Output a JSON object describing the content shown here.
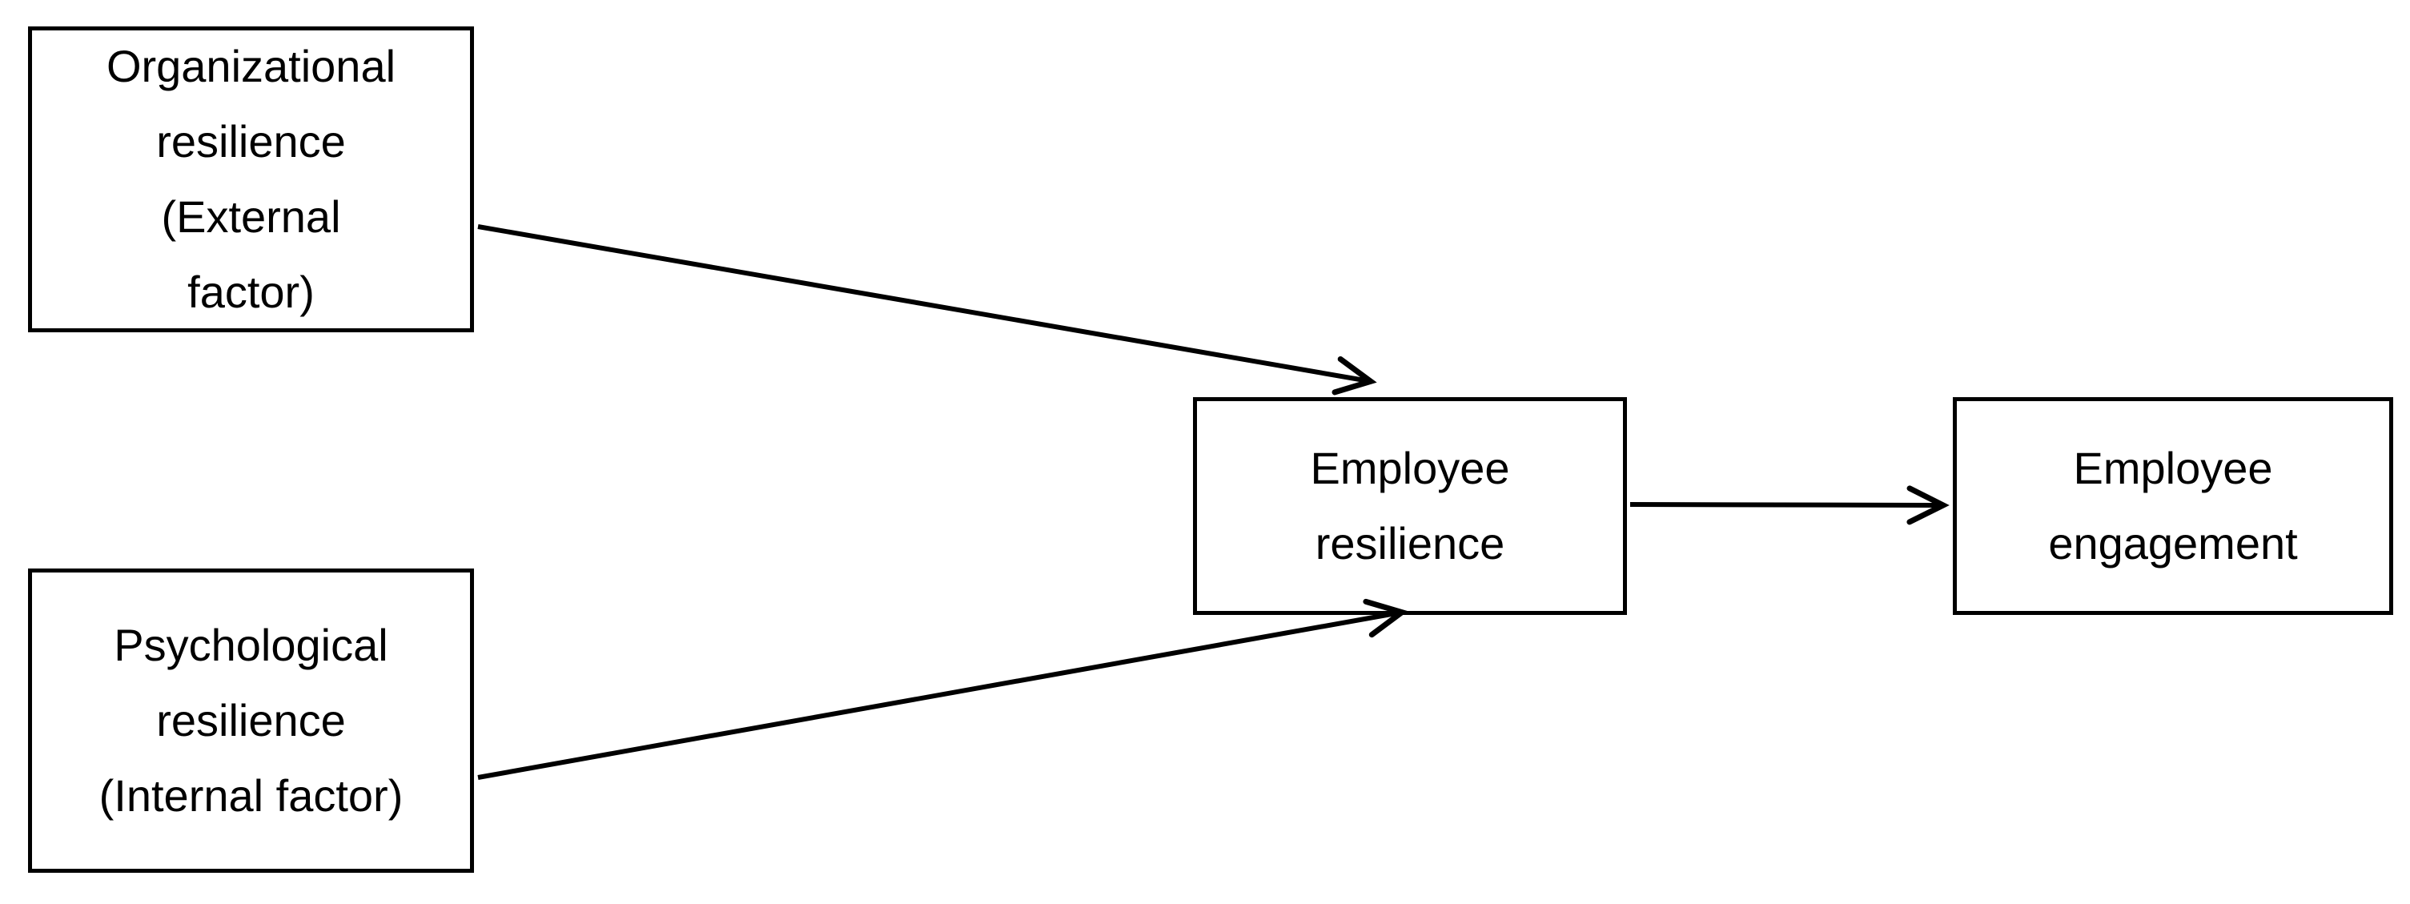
{
  "diagram": {
    "type": "conceptual-model",
    "nodes": [
      {
        "id": "organizational-resilience",
        "label": "Organizational\nresilience\n(External\nfactor)"
      },
      {
        "id": "psychological-resilience",
        "label": "Psychological\nresilience\n(Internal factor)"
      },
      {
        "id": "employee-resilience",
        "label": "Employee\nresilience"
      },
      {
        "id": "employee-engagement",
        "label": "Employee\nengagement"
      }
    ],
    "edges": [
      {
        "from": "organizational-resilience",
        "to": "employee-resilience",
        "style": "arrow"
      },
      {
        "from": "psychological-resilience",
        "to": "employee-resilience",
        "style": "arrow"
      },
      {
        "from": "employee-resilience",
        "to": "employee-engagement",
        "style": "arrow"
      }
    ],
    "colors": {
      "background": "#ffffff",
      "box_border": "#000000",
      "arrow": "#000000",
      "text": "#000000"
    }
  }
}
